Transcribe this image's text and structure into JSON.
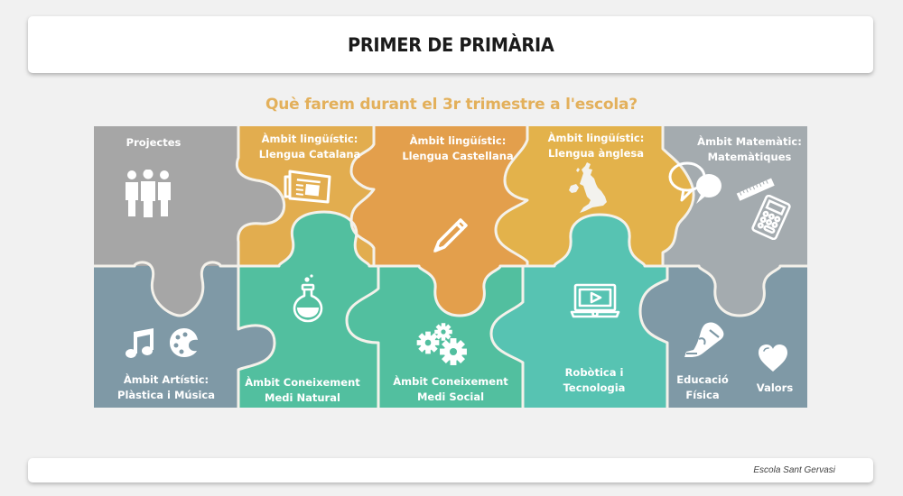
{
  "header": {
    "title": "PRIMER DE PRIMÀRIA"
  },
  "subtitle": "Què farem durant el 3r trimestre a l'escola?",
  "colors": {
    "background": "#f1f1f1",
    "subtitle": "#e3b05b",
    "grey": "#a6a6a6",
    "gold": "#e2ad4f",
    "orange": "#e39f4c",
    "yellow": "#e3b24b",
    "silver": "#a4abaf",
    "slate": "#7f99a6",
    "green": "#52bf9f",
    "teal": "#57c3b2",
    "piece_border": "#f4f1ea"
  },
  "puzzle": {
    "pieces": [
      {
        "id": "projectes",
        "label_lines": [
          "Projectes"
        ],
        "icon": "people-group-icon",
        "color": "grey"
      },
      {
        "id": "catalana",
        "label_lines": [
          "Àmbit lingüístic:",
          "Llengua Catalana"
        ],
        "icon": "newspaper-icon",
        "color": "gold"
      },
      {
        "id": "castellana",
        "label_lines": [
          "Àmbit lingüístic:",
          "Llengua Castellana"
        ],
        "icon": "pencil-icon",
        "color": "orange"
      },
      {
        "id": "anglesa",
        "label_lines": [
          "Àmbit lingüístic:",
          "Llengua ànglesa"
        ],
        "icon": "uk-map-icon",
        "color": "yellow"
      },
      {
        "id": "matematiques",
        "label_lines": [
          "Àmbit Matemàtic:",
          "Matemàtiques"
        ],
        "icon": "calculator-ruler-icon",
        "color": "silver"
      },
      {
        "id": "artistic",
        "label_lines": [
          "Àmbit Artístic:",
          "Plàstica i Música"
        ],
        "icon": "music-palette-icon",
        "color": "slate"
      },
      {
        "id": "natural",
        "label_lines": [
          "Àmbit Coneixement",
          "Medi Natural"
        ],
        "icon": "flask-icon",
        "color": "green"
      },
      {
        "id": "social",
        "label_lines": [
          "Àmbit Coneixement",
          "Medi Social"
        ],
        "icon": "gears-icon",
        "color": "green"
      },
      {
        "id": "robotica",
        "label_lines": [
          "Robòtica i",
          "Tecnologia"
        ],
        "icon": "laptop-play-icon",
        "color": "teal"
      },
      {
        "id": "educacio_fisica",
        "label_lines": [
          "Educació",
          "Física"
        ],
        "icon": "sneaker-icon",
        "color": "slate"
      },
      {
        "id": "valors",
        "label_lines": [
          "Valors"
        ],
        "icon": "heart-icon",
        "color": "slate"
      }
    ],
    "speech_bubble_icon": "speech-bubbles-icon"
  },
  "footer": {
    "text": "Escola Sant Gervasi"
  }
}
